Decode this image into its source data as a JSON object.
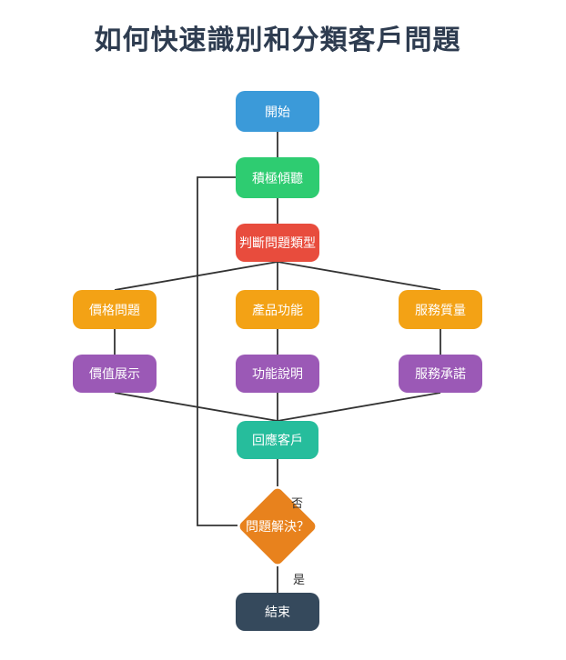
{
  "title": "如何快速識別和分類客戶問題",
  "colors": {
    "background": "#ffffff",
    "title": "#2e3c50",
    "line": "#333333",
    "edge_label": "#333333",
    "node_text": "#ffffff"
  },
  "nodes": {
    "start": {
      "label": "開始",
      "color": "#3b9ad9",
      "shape": "rect"
    },
    "listen": {
      "label": "積極傾聽",
      "color": "#2ecc71",
      "shape": "rect"
    },
    "judge": {
      "label": "判斷問題類型",
      "color": "#e84c3d",
      "shape": "rect"
    },
    "price": {
      "label": "價格問題",
      "color": "#f3a215",
      "shape": "rect"
    },
    "product": {
      "label": "產品功能",
      "color": "#f3a215",
      "shape": "rect"
    },
    "service": {
      "label": "服務質量",
      "color": "#f3a215",
      "shape": "rect"
    },
    "value": {
      "label": "價值展示",
      "color": "#9b59b6",
      "shape": "rect"
    },
    "explain": {
      "label": "功能說明",
      "color": "#9b59b6",
      "shape": "rect"
    },
    "promise": {
      "label": "服務承諾",
      "color": "#9b59b6",
      "shape": "rect"
    },
    "respond": {
      "label": "回應客戶",
      "color": "#26bd9c",
      "shape": "rect"
    },
    "solved": {
      "label": "問題解決？",
      "color": "#e8821d",
      "shape": "diamond"
    },
    "end": {
      "label": "結束",
      "color": "#35495c",
      "shape": "rect"
    }
  },
  "edge_labels": {
    "no": "否",
    "yes": "是"
  }
}
